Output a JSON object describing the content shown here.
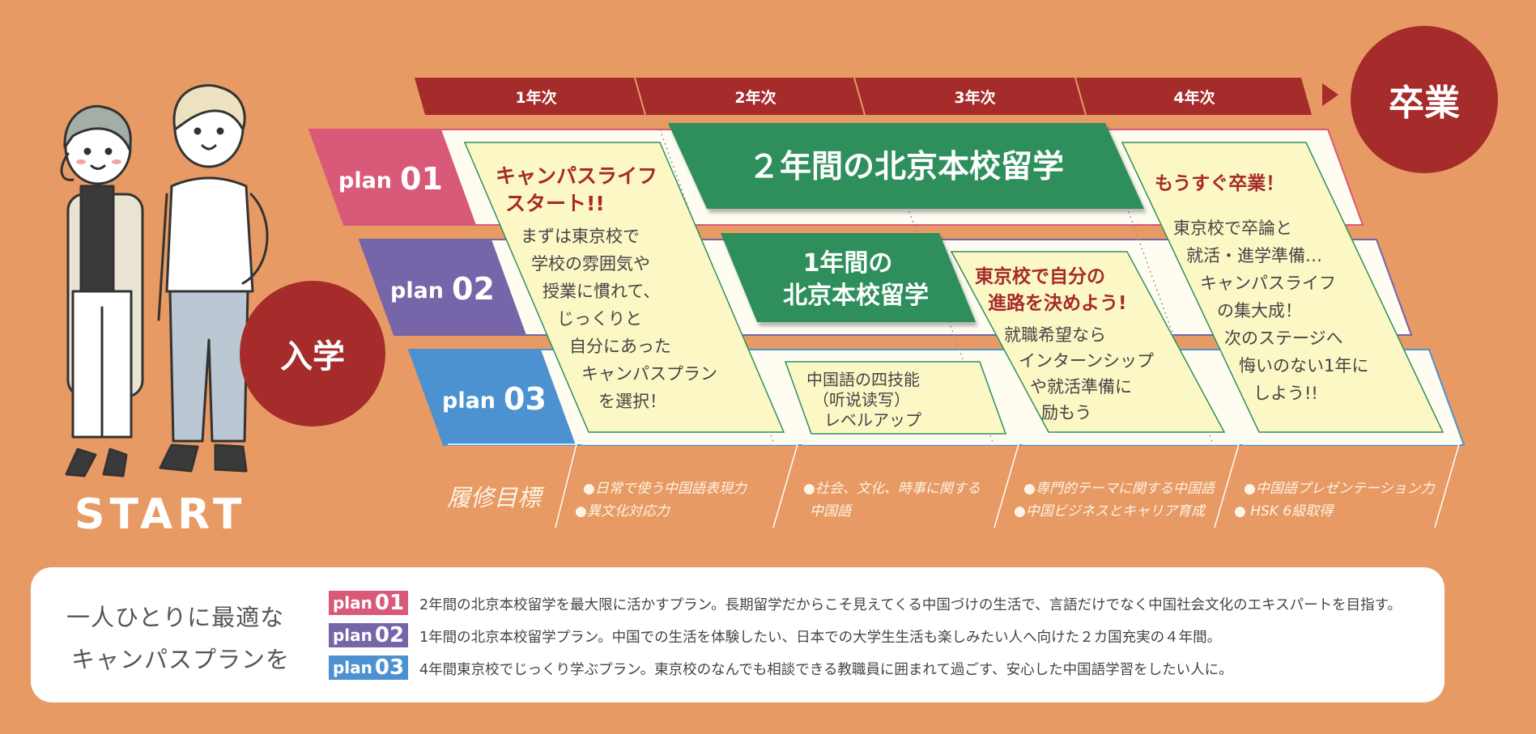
{
  "colors": {
    "background": "#E79A63",
    "dark_red": "#A62B2B",
    "plan01": "#D85A78",
    "plan02": "#7665A8",
    "plan03": "#4D92D0",
    "green": "#2E8F5C",
    "cream": "#FCF8C6",
    "goal_text": "#FDF3E6"
  },
  "years": [
    "1年次",
    "2年次",
    "3年次",
    "4年次"
  ],
  "graduation": "卒業",
  "enrollment": "入学",
  "start": "START",
  "plans": [
    {
      "prefix": "plan",
      "num": "01",
      "desc": "2年間の北京本校留学を最大限に活かすプラン。長期留学だからこそ見えてくる中国づけの生活で、言語だけでなく中国社会文化のエキスパートを目指す。"
    },
    {
      "prefix": "plan",
      "num": "02",
      "desc": "1年間の北京本校留学プラン。中国での生活を体験したい、日本での大学生生活も楽しみたい人へ向けた２カ国充実の４年間。"
    },
    {
      "prefix": "plan",
      "num": "03",
      "desc": "4年間東京校でじっくり学ぶプラン。東京校のなんでも相談できる教職員に囲まれて過ごす、安心した中国語学習をしたい人に。"
    }
  ],
  "cards": {
    "year1": {
      "title": [
        "キャンパスライフ",
        "スタート!!"
      ],
      "lines": [
        "まずは東京校で",
        "学校の雰囲気や",
        "授業に慣れて、",
        "じっくりと",
        "自分にあった",
        "キャンパスプラン",
        "を選択！"
      ]
    },
    "plan01_study": "２年間の北京本校留学",
    "plan02_study": [
      "1年間の",
      "北京本校留学"
    ],
    "plan03_y2": [
      "中国語の四技能",
      "（听说读写）",
      "レベルアップ"
    ],
    "year3": {
      "title": [
        "東京校で自分の",
        "進路を決めよう!"
      ],
      "lines": [
        "就職希望なら",
        "インターンシップ",
        "や就活準備に",
        "励もう"
      ]
    },
    "year4": {
      "title": "もうすぐ卒業！",
      "lines": [
        "東京校で卒論と",
        "就活・進学準備…",
        "キャンパスライフ",
        "の集大成！",
        "次のステージへ",
        "悔いのない1年に",
        "しよう!!"
      ]
    }
  },
  "goals": {
    "label": "履修目標",
    "year1": [
      "●日常で使う中国語表現力",
      "●異文化対応力"
    ],
    "year2": [
      "●社会、文化、時事に関する",
      "中国語"
    ],
    "year3": [
      "●専門的テーマに関する中国語",
      "●中国ビジネスとキャリア育成"
    ],
    "year4": [
      "●中国語プレゼンテーション力",
      "● HSK 6級取得"
    ]
  },
  "catchphrase": [
    "一人ひとりに最適な",
    "キャンパスプランを"
  ]
}
